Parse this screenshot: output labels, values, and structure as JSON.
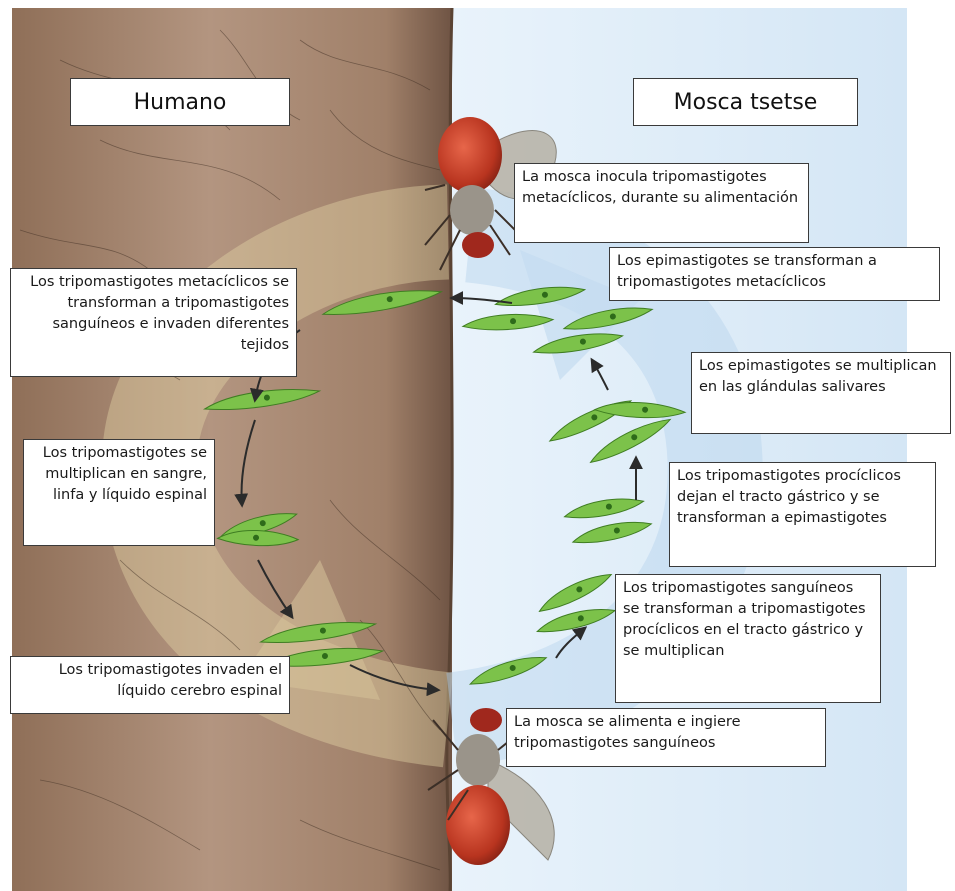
{
  "titles": {
    "human": "Humano",
    "fly": "Mosca tsetse"
  },
  "labels": {
    "inoculate": "La mosca inocula tripomastigotes metacíclicos, durante su alimentación",
    "epi_to_trypo": "Los epimastigotes se transforman a tripomastigotes metacíclicos",
    "epi_multiply": "Los epimastigotes se multiplican en las glándulas salivares",
    "procyclic_leave": "Los tripomastigotes procíclicos dejan el tracto gástrico y se transforman a epimastigotes",
    "blood_to_procyclic": "Los tripomastigotes sanguíneos se transforman a tripomastigotes procíclicos en el tracto gástrico y se multiplican",
    "fly_feeds": "La mosca se alimenta e ingiere tripomastigotes sanguíneos",
    "metacyclic_to_blood": "Los tripomastigotes metacíclicos se transforman a tripomastigotes sanguíneos e invaden diferentes tejidos",
    "multiply_blood": "Los tripomastigotes se multiplican en sangre, linfa y líquido espinal",
    "invade_csf": "Los tripomastigotes invaden el líquido cerebro espinal"
  },
  "colors": {
    "skin": "#a98a72",
    "fly_bg": "#dcebf7",
    "parasite": "#7cc24a",
    "arrow": "#2b2b2b"
  }
}
